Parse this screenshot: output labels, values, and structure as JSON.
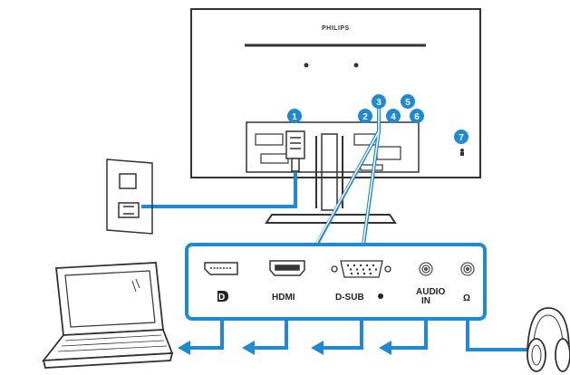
{
  "colors": {
    "accent": "#1f8ad2",
    "line": "#333333",
    "bg": "#ffffff"
  },
  "monitor": {
    "brand": "PHILIPS"
  },
  "callouts": [
    {
      "number": "1",
      "meaning": "power input"
    },
    {
      "number": "2",
      "meaning": "DisplayPort input"
    },
    {
      "number": "3",
      "meaning": "HDMI input"
    },
    {
      "number": "4",
      "meaning": "VGA input"
    },
    {
      "number": "5",
      "meaning": "Audio input"
    },
    {
      "number": "6",
      "meaning": "Headphone jack"
    },
    {
      "number": "7",
      "meaning": "Kensington anti-theft lock"
    }
  ],
  "ports": [
    {
      "icon": "displayport-icon",
      "label": "D"
    },
    {
      "icon": "hdmi-port-icon",
      "label": "HDMI"
    },
    {
      "icon": "vga-port-icon",
      "label": "D-SUB"
    },
    {
      "icon": "audio-jack-icon",
      "label_line1": "AUDIO",
      "label_line2": "IN"
    },
    {
      "icon": "headphone-jack-icon",
      "label": "Ω"
    }
  ]
}
